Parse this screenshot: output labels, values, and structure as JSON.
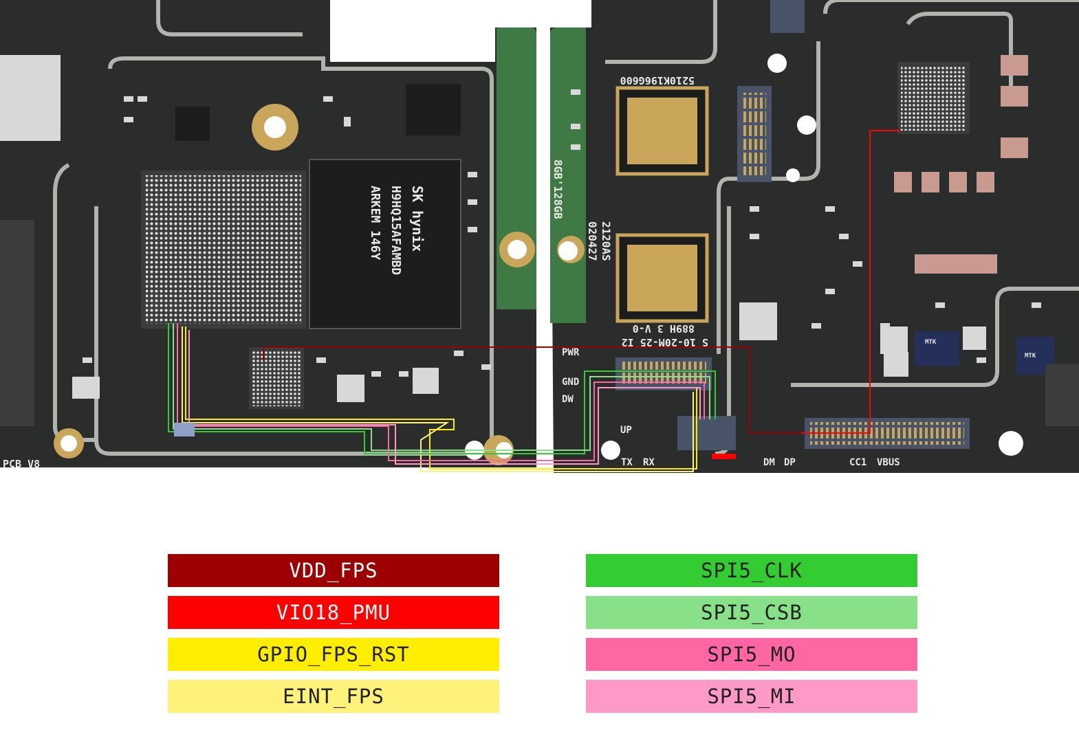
{
  "board": {
    "silkscreen": {
      "pcb_version": "PCB V8",
      "memory_size": "8GB'128GB",
      "chip_code_left": "5210K196G600",
      "lot_a": "2120AS",
      "lot_b": "020427",
      "fab_code_a": "889H 3 V-0",
      "fab_code_b": "S 10-20M-25 I2",
      "pad_pwr": "PWR",
      "pad_gnd": "GND",
      "pad_dw": "DW",
      "pad_up": "UP",
      "pad_tx": "TX",
      "pad_rx": "RX",
      "pad_dm": "DM",
      "pad_dp": "DP",
      "pad_cc1": "CC1",
      "pad_vbus": "VBUS",
      "mtk_chip_a": "MTK",
      "mtk_chip_b": "MTK"
    },
    "colors": {
      "pcb": "#2a2d2b",
      "trace": "#c9ccc4",
      "gold": "#c9a65a",
      "flex": "#3f7a45"
    }
  },
  "legend": {
    "left": [
      {
        "label": "VDD_FPS",
        "color": "#9c0000",
        "text_color": "#ffffff"
      },
      {
        "label": "VIO18_PMU",
        "color": "#ff0000",
        "text_color": "#ffffff"
      },
      {
        "label": "GPIO_FPS_RST",
        "color": "#ffee00",
        "text_color": "#222222"
      },
      {
        "label": "EINT_FPS",
        "color": "#fff27a",
        "text_color": "#222222"
      }
    ],
    "right": [
      {
        "label": "SPI5_CLK",
        "color": "#33cc33",
        "text_color": "#222222"
      },
      {
        "label": "SPI5_CSB",
        "color": "#88e088",
        "text_color": "#222222"
      },
      {
        "label": "SPI5_MO",
        "color": "#ff66a3",
        "text_color": "#222222"
      },
      {
        "label": "SPI5_MI",
        "color": "#ff99c8",
        "text_color": "#222222"
      }
    ]
  }
}
